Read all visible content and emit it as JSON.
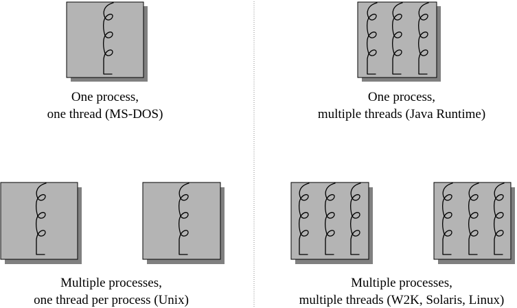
{
  "colors": {
    "box_fill": "#b4b4b4",
    "box_shadow": "#808080",
    "box_stroke": "#000000",
    "thread_stroke": "#000000",
    "divider": "#8a8a8a"
  },
  "icons": {
    "process": "process-box-icon",
    "thread": "thread-icon"
  },
  "quadrants": [
    {
      "id": "one-process-one-thread",
      "caption": [
        "One process,",
        "one thread (MS-DOS)"
      ],
      "processes": 1,
      "threads_per_process": 1
    },
    {
      "id": "one-process-multiple-threads",
      "caption": [
        "One process,",
        "multiple threads (Java Runtime)"
      ],
      "processes": 1,
      "threads_per_process": 3
    },
    {
      "id": "multiple-processes-one-thread",
      "caption": [
        "Multiple processes,",
        "one thread per process (Unix)"
      ],
      "processes": 2,
      "threads_per_process": 1
    },
    {
      "id": "multiple-processes-multiple-threads",
      "caption": [
        "Multiple processes,",
        "multiple threads (W2K, Solaris, Linux)"
      ],
      "processes": 2,
      "threads_per_process": 3
    }
  ]
}
